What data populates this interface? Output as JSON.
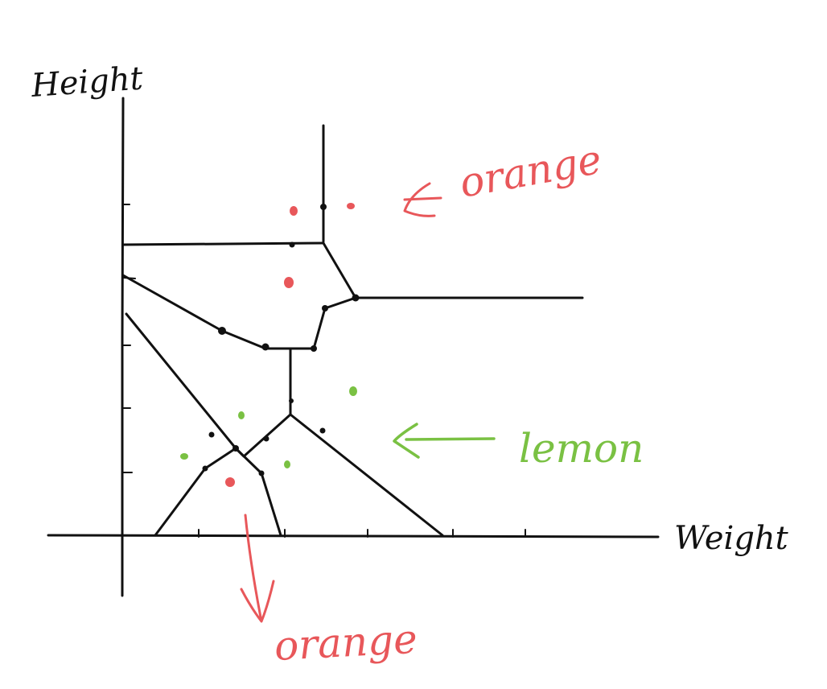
{
  "colors": {
    "ink": "#111111",
    "orange": "#e8575a",
    "lemon": "#7ac143"
  },
  "axes": {
    "x_label": "Weight",
    "y_label": "Height"
  },
  "annotations": {
    "orange_top": "orange",
    "lemon": "lemon",
    "orange_bottom": "orange"
  }
}
